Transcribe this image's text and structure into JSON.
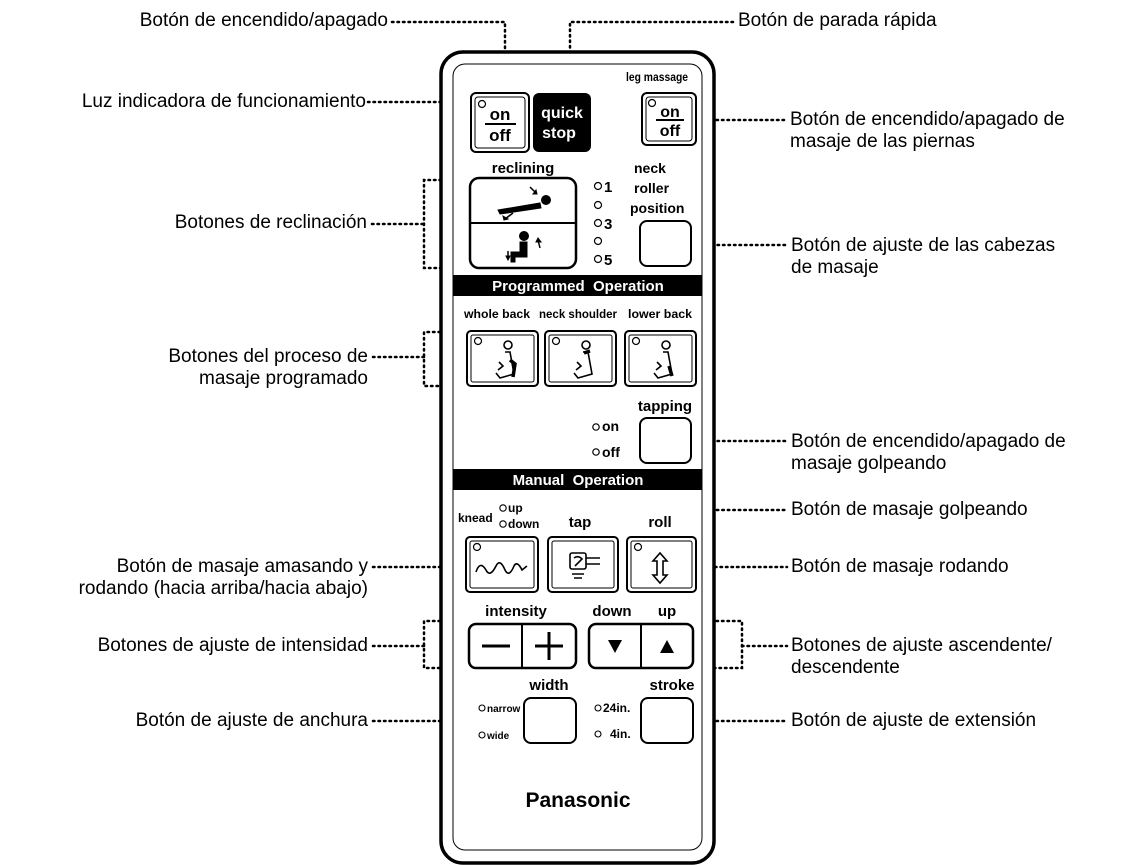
{
  "callouts": {
    "power": "Botón de encendido/apagado",
    "quick_stop": "Botón de parada rápida",
    "indicator": "Luz indicadora de funcionamiento",
    "leg_power": [
      "Botón de encendido/apagado de",
      "masaje de las piernas"
    ],
    "recline": "Botones de reclinación",
    "head_adjust": [
      "Botón de ajuste de las cabezas",
      "de masaje"
    ],
    "programmed": [
      "Botones del proceso de",
      "masaje programado"
    ],
    "tapping_power": [
      "Botón de encendido/apagado de",
      "masaje golpeando"
    ],
    "tap_massage": "Botón de masaje golpeando",
    "knead": [
      "Botón de masaje amasando y",
      "rodando (hacia arriba/hacia abajo)"
    ],
    "roll": "Botón de masaje rodando",
    "intensity": "Botones de ajuste de intensidad",
    "updown": [
      "Botones de ajuste ascendente/",
      "descendente"
    ],
    "width": "Botón de ajuste de anchura",
    "stroke": "Botón de ajuste de extensión"
  },
  "remote": {
    "on": "on",
    "off": "off",
    "quick": "quick",
    "stop": "stop",
    "leg_massage": "leg massage",
    "reclining": "reclining",
    "positions": [
      "1",
      "3",
      "5"
    ],
    "neck": "neck",
    "roller": "roller",
    "position": "position",
    "programmed_header": "Programmed  Operation",
    "whole_back": "whole back",
    "neck_shoulder": "neck shoulder",
    "lower_back": "lower back",
    "tapping": "tapping",
    "tapping_on": "on",
    "tapping_off": "off",
    "manual_header": "Manual  Operation",
    "knead": "knead",
    "knead_up": "up",
    "knead_down": "down",
    "tap": "tap",
    "roll": "roll",
    "intensity": "intensity",
    "down": "down",
    "up": "up",
    "width": "width",
    "narrow": "narrow",
    "wide": "wide",
    "stroke": "stroke",
    "stroke_24": "24in.",
    "stroke_4": "4in.",
    "brand": "Panasonic"
  }
}
